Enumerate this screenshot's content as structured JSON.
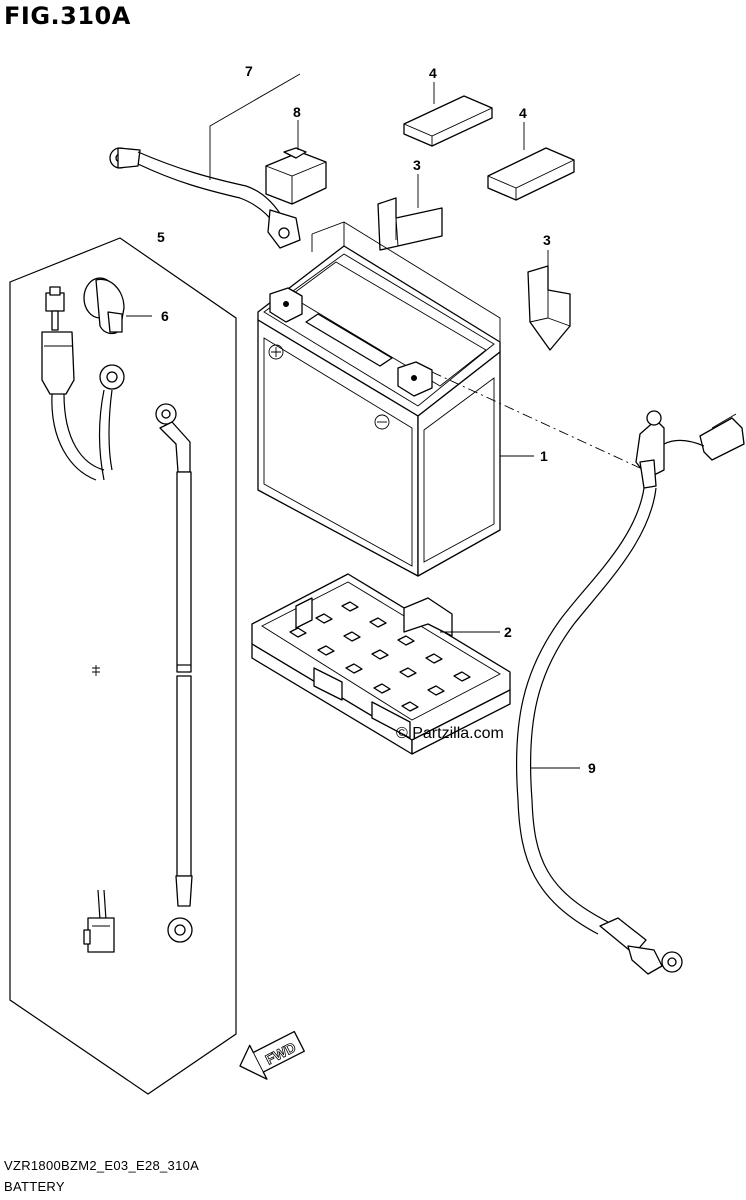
{
  "figure": {
    "title": "FIG.310A",
    "code": "VZR1800BZM2_E03_E28_310A",
    "caption": "BATTERY",
    "watermark": "© Partzilla.com",
    "fwd_label": "FWD"
  },
  "callouts": [
    {
      "id": "1",
      "label": "1"
    },
    {
      "id": "2",
      "label": "2"
    },
    {
      "id": "3a",
      "label": "3"
    },
    {
      "id": "3b",
      "label": "3"
    },
    {
      "id": "4a",
      "label": "4"
    },
    {
      "id": "4b",
      "label": "4"
    },
    {
      "id": "5",
      "label": "5"
    },
    {
      "id": "6",
      "label": "6"
    },
    {
      "id": "7",
      "label": "7"
    },
    {
      "id": "8",
      "label": "8"
    },
    {
      "id": "9",
      "label": "9"
    }
  ]
}
